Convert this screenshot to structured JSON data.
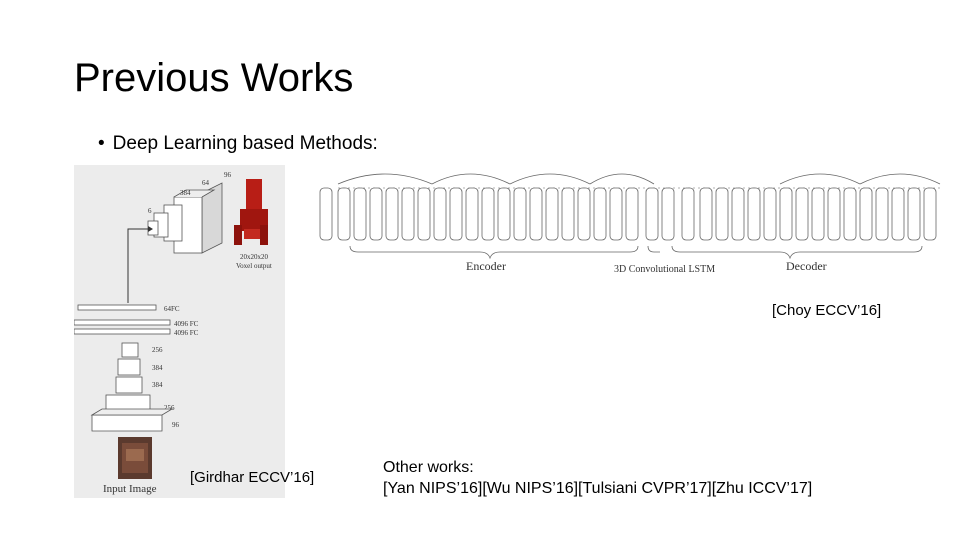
{
  "slide": {
    "title": "Previous Works",
    "bullet": "Deep Learning based Methods:"
  },
  "figure_left": {
    "caption": "Input Image",
    "labels": {
      "d96": "96",
      "d64": "64",
      "d384": "384",
      "d6": "6",
      "voxel_dims": "20x20x20",
      "voxel_output": "Voxel output",
      "fc64": "64FC",
      "fc4096a": "4096 FC",
      "fc4096b": "4096 FC",
      "c256": "256",
      "c384a": "384",
      "c384b": "384",
      "c256b": "256",
      "c96": "96"
    },
    "colors": {
      "voxel": "#b81e16",
      "background": "#ececec"
    }
  },
  "figure_right": {
    "encoder_label": "Encoder",
    "lstm_label": "3D Convolutional LSTM",
    "decoder_label": "Decoder"
  },
  "citations": {
    "choy": "[Choy ECCV’16]",
    "girdhar": "[Girdhar ECCV’16]"
  },
  "other_works": {
    "label": "Other works:",
    "list": "[Yan NIPS’16][Wu NIPS’16][Tulsiani CVPR’17][Zhu ICCV’17]"
  }
}
